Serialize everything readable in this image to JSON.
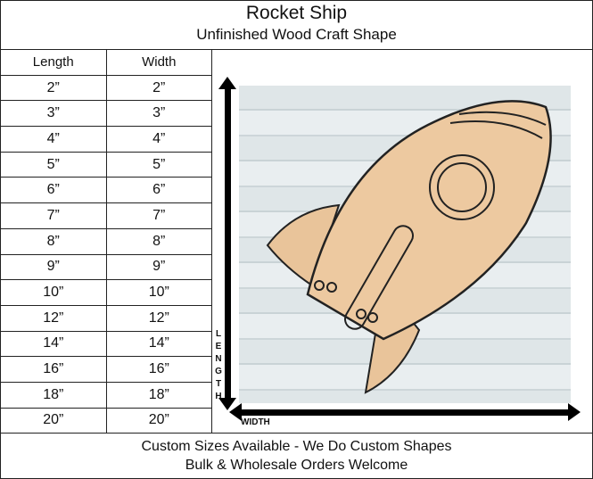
{
  "header": {
    "title": "Rocket Ship",
    "subtitle": "Unfinished Wood Craft Shape"
  },
  "table": {
    "headers": [
      "Length",
      "Width"
    ],
    "rows": [
      [
        "2”",
        "2”"
      ],
      [
        "3”",
        "3”"
      ],
      [
        "4”",
        "4”"
      ],
      [
        "5”",
        "5”"
      ],
      [
        "6”",
        "6”"
      ],
      [
        "7”",
        "7”"
      ],
      [
        "8”",
        "8”"
      ],
      [
        "9”",
        "9”"
      ],
      [
        "10”",
        "10”"
      ],
      [
        "12”",
        "12”"
      ],
      [
        "14”",
        "14”"
      ],
      [
        "16”",
        "16”"
      ],
      [
        "18”",
        "18”"
      ],
      [
        "20”",
        "20”"
      ]
    ]
  },
  "diagram": {
    "length_label": "LENGTH",
    "width_label": "WIDTH"
  },
  "footer": {
    "line1": "Custom Sizes Available - We Do Custom Shapes",
    "line2": "Bulk & Wholesale Orders Welcome"
  }
}
